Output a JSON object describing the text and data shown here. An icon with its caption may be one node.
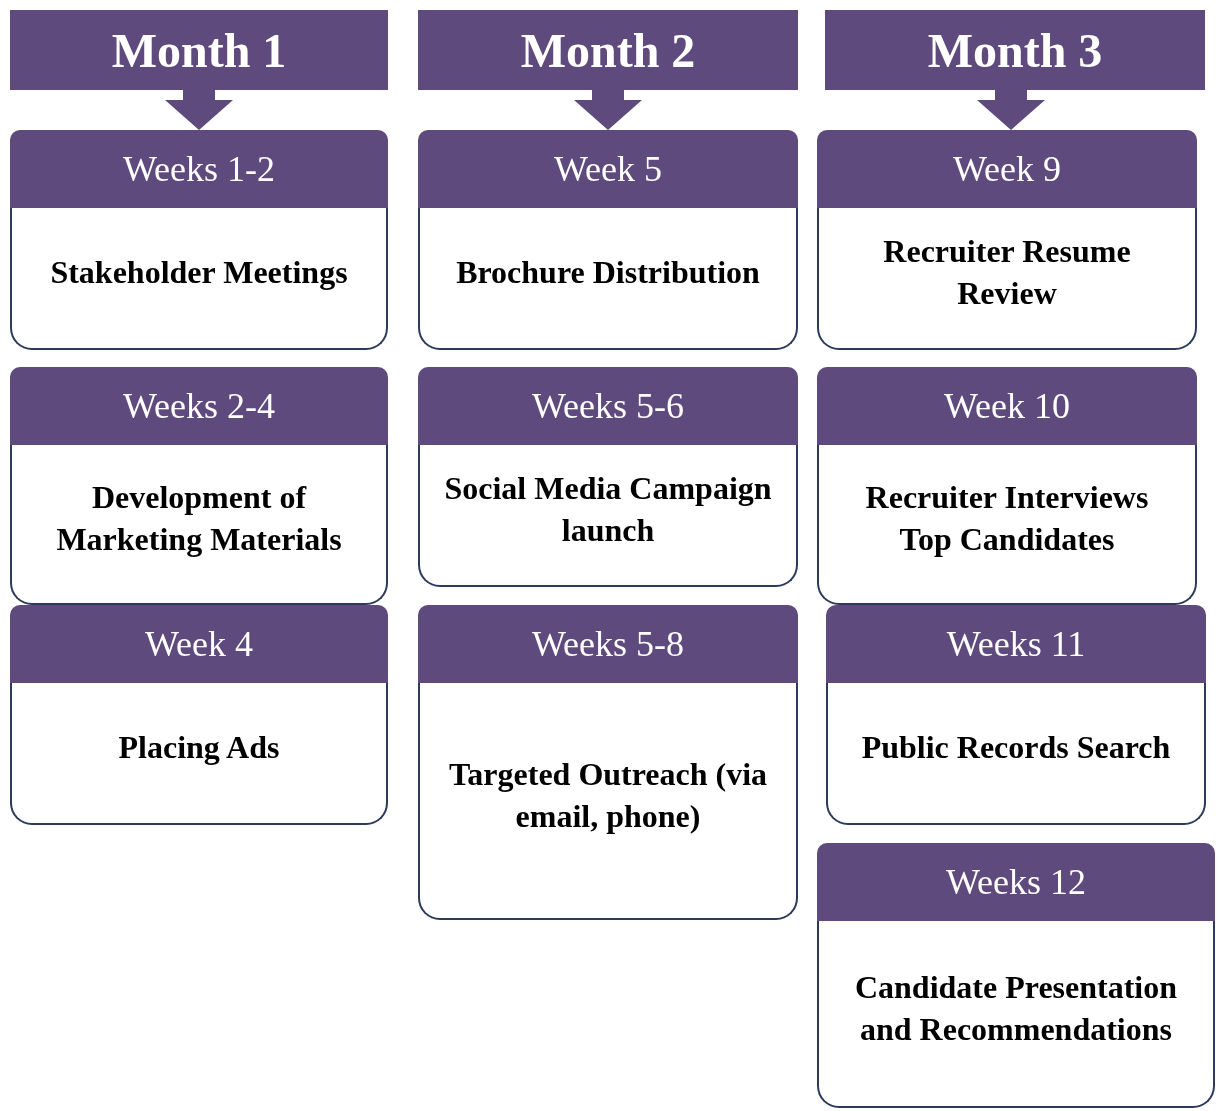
{
  "diagram": {
    "nodes": [
      {
        "text": [
          "Month 1"
        ]
      },
      {
        "text": [
          "Month 2"
        ]
      },
      {
        "text": [
          "Month 3"
        ]
      },
      {
        "text": [
          "Weeks 1-2",
          "Stakeholder Meetings"
        ]
      },
      {
        "text": [
          "Week 5",
          "Brochure Distribution"
        ]
      },
      {
        "text": [
          "Week 9",
          "Recruiter Resume Review"
        ]
      },
      {
        "text": [
          "Weeks 2-4",
          "Development of Marketing Materials"
        ]
      },
      {
        "text": [
          "Weeks 5-6",
          "Social Media Campaign launch"
        ]
      },
      {
        "text": [
          "Week 10",
          "Recruiter Interviews Top Candidates"
        ]
      },
      {
        "text": [
          "Week 4",
          "Placing Ads"
        ]
      },
      {
        "text": [
          "Weeks 5-8",
          "Targeted Outreach (via email, phone)"
        ]
      },
      {
        "text": [
          "Weeks 11",
          "Public Records Search"
        ]
      },
      {
        "text": [
          "Weeks 12",
          "Candidate Presentation and Recommendations"
        ]
      }
    ],
    "edges": [
      {
        "from": 0,
        "to": 3,
        "arrow": "to"
      },
      {
        "from": 1,
        "to": 4,
        "arrow": "to"
      },
      {
        "from": 2,
        "to": 5,
        "arrow": "to"
      }
    ]
  }
}
